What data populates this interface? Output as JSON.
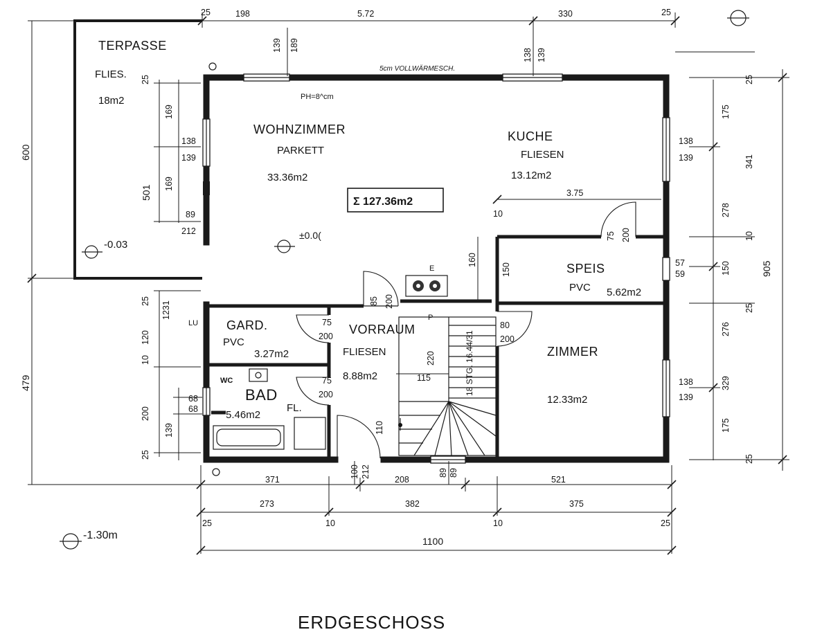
{
  "plan_title": "ERDGESCHOSS",
  "total_area": "Σ 127.36m2",
  "rooms": {
    "wohnzimmer": {
      "name": "WOHNZIMMER",
      "floor": "PARKETT",
      "area": "33.36m2"
    },
    "kuche": {
      "name": "KUCHE",
      "floor": "FLIESEN",
      "area": "13.12m2"
    },
    "speis": {
      "name": "SPEIS",
      "floor": "PVC",
      "area": "5.62m2"
    },
    "zimmer": {
      "name": "ZIMMER",
      "area": "12.33m2"
    },
    "gard": {
      "name": "GARD.",
      "floor": "PVC",
      "area": "3.27m2"
    },
    "vorraum": {
      "name": "VORRAUM",
      "floor": "FLIESEN",
      "area": "8.88m2"
    },
    "bad": {
      "name": "BAD",
      "floor": "FL.",
      "area": "5.46m2",
      "wc": "WC"
    },
    "terrasse": {
      "name": "TERPASSE",
      "floor": "FLIES.",
      "area": "18m2"
    }
  },
  "notes": {
    "insulation": "5cm VOLLWÄRMESCH.",
    "parapet": "PH=8^cm",
    "level_living": "±0.0(",
    "level_terrace": "-0.03",
    "level_outside": "-1.30m",
    "stair": "18 STG. 16.44/31",
    "stove": "E",
    "p_mark": "P",
    "lu_mark": "LU"
  },
  "dims": {
    "top": {
      "d25a": "25",
      "d198": "198",
      "d572": "5.72",
      "d330": "330",
      "d25b": "25",
      "d139": "139",
      "d189": "189",
      "d138": "138",
      "d139b": "139"
    },
    "bottom": {
      "d371": "371",
      "d208": "208",
      "d521": "521",
      "d273": "273",
      "d382": "382",
      "d375": "375",
      "d25a": "25",
      "d10a": "10",
      "d10b": "10",
      "d25b": "25",
      "d1100": "1100",
      "d100": "100",
      "d212": "212",
      "d89a": "89",
      "d89b": "89"
    },
    "left": {
      "d600": "600",
      "d479": "479",
      "d501": "501",
      "d25a": "25",
      "d169a": "169",
      "d169b": "169",
      "d138": "138",
      "d139": "139",
      "d89": "89",
      "d212": "212",
      "d25b": "25",
      "d1231": "1231",
      "d120": "120",
      "d10": "10",
      "d200": "200",
      "d139b": "139",
      "d25c": "25",
      "d68a": "68",
      "d68b": "68"
    },
    "right": {
      "d905": "905",
      "d25a": "25",
      "d175a": "175",
      "d341": "341",
      "d278": "278",
      "d10": "10",
      "d150": "150",
      "d25b": "25",
      "d276": "276",
      "d329": "329",
      "d175b": "175",
      "d25c": "25",
      "d138a": "138",
      "d139a": "139",
      "d57": "57",
      "d59": "59",
      "d138b": "138",
      "d139b": "139"
    },
    "interior": {
      "d375": "3.75",
      "d10": "10",
      "d75a": "75",
      "d200a": "200",
      "d150": "150",
      "d160": "160",
      "d85": "85",
      "d200b": "200",
      "d80": "80",
      "d200c": "200",
      "d75b": "75",
      "d200d": "200",
      "d75c": "75",
      "d200e": "200",
      "d220": "220",
      "d115": "115",
      "d110": "110"
    }
  }
}
